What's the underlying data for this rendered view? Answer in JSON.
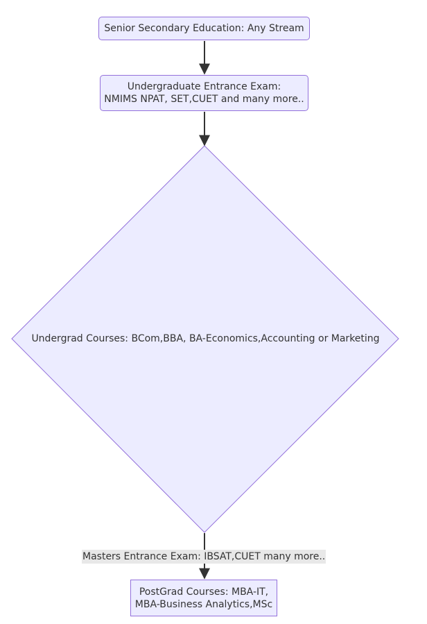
{
  "diagram": {
    "type": "flowchart",
    "colors": {
      "node_fill": "#ECECFF",
      "node_stroke": "#9370DB",
      "edge": "#333333",
      "edge_label_bg": "#E8E8E8",
      "text": "#333333"
    },
    "nodes": {
      "senior": {
        "shape": "rounded-rect",
        "label": "Senior Secondary Education: Any Stream"
      },
      "ug_exam": {
        "shape": "rounded-rect",
        "line1": "Undergraduate Entrance Exam:",
        "line2": "NMIMS NPAT, SET,CUET and many more.."
      },
      "ug_courses": {
        "shape": "diamond",
        "label": "Undergrad Courses: BCom,BBA, BA-Economics,Accounting or Marketing"
      },
      "pg_courses": {
        "shape": "rect",
        "line1": "PostGrad Courses: MBA-IT,",
        "line2": "MBA-Business Analytics,MSc"
      }
    },
    "edges": [
      {
        "from": "senior",
        "to": "ug_exam",
        "label": ""
      },
      {
        "from": "ug_exam",
        "to": "ug_courses",
        "label": ""
      },
      {
        "from": "ug_courses",
        "to": "pg_courses",
        "label": "Masters Entrance Exam: IBSAT,CUET many more.."
      }
    ]
  }
}
